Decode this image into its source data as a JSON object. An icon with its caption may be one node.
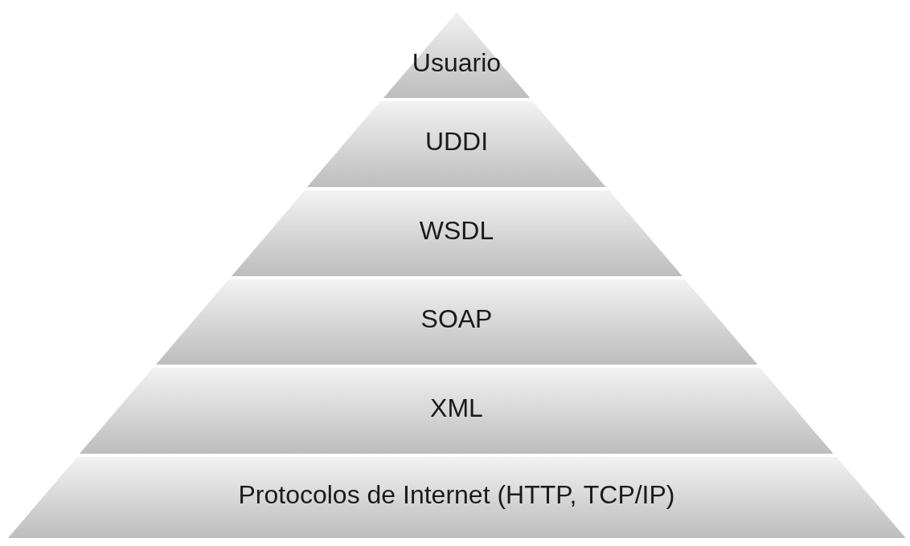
{
  "diagram": {
    "nodes": [
      {
        "text": [
          "Usuario"
        ]
      },
      {
        "text": [
          "UDDI"
        ]
      },
      {
        "text": [
          "WSDL"
        ]
      },
      {
        "text": [
          "SOAP"
        ]
      },
      {
        "text": [
          "XML"
        ]
      },
      {
        "text": [
          "Protocolos de Internet (HTTP, TCP/IP)"
        ]
      }
    ]
  }
}
